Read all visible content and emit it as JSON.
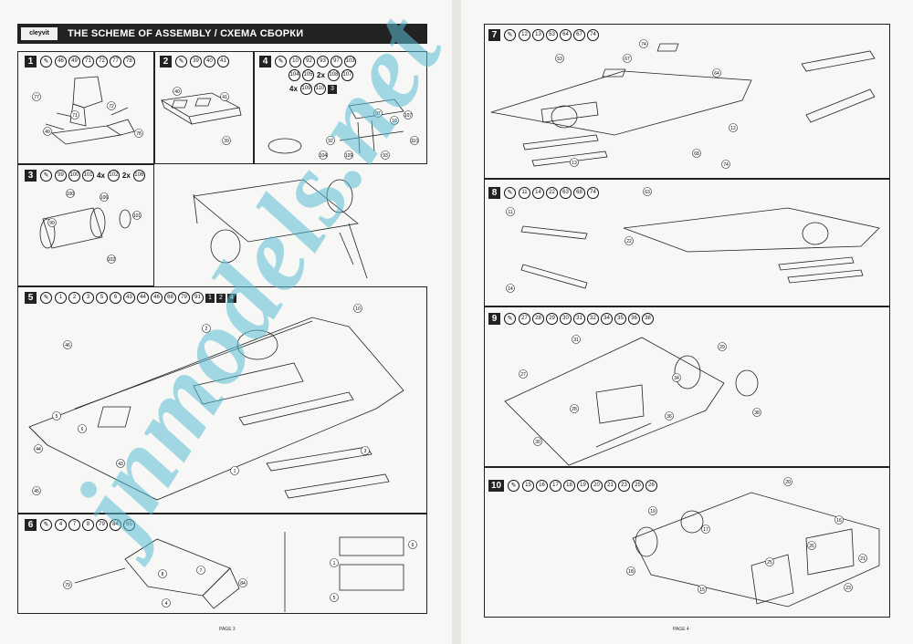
{
  "left_page": {
    "logo": "cleyvit",
    "header_title": "THE SCHEME OF ASSEMBLY / СХЕМА СБОРКИ",
    "footer": "PAGE 3",
    "steps": [
      {
        "number": "1",
        "parts": [
          "46",
          "49",
          "71",
          "72",
          "77",
          "78"
        ]
      },
      {
        "number": "2",
        "parts": [
          "39",
          "40",
          "41"
        ]
      },
      {
        "number": "4",
        "line1": [
          "10",
          "92",
          "93",
          "97",
          "103"
        ],
        "line2": [
          "104",
          "105",
          "2x",
          "108",
          "107"
        ],
        "line3": [
          "4x",
          "109",
          "110",
          "3"
        ]
      },
      {
        "number": "3",
        "parts": [
          "99",
          "100",
          "101",
          "4x",
          "102",
          "2x",
          "106"
        ]
      },
      {
        "number": "5",
        "parts": [
          "1",
          "2",
          "3",
          "5",
          "6",
          "43",
          "44",
          "46",
          "68",
          "79",
          "91"
        ],
        "boxes": [
          "1",
          "2",
          "4"
        ]
      },
      {
        "number": "6",
        "parts": [
          "4",
          "7",
          "8",
          "79",
          "84",
          "65"
        ]
      }
    ]
  },
  "right_page": {
    "footer": "PAGE 4",
    "steps": [
      {
        "number": "7",
        "parts": [
          "12",
          "13",
          "53",
          "64",
          "67",
          "74"
        ]
      },
      {
        "number": "8",
        "parts": [
          "11",
          "14",
          "22",
          "63",
          "68",
          "74"
        ]
      },
      {
        "number": "9",
        "parts": [
          "27",
          "28",
          "29",
          "30",
          "31",
          "32",
          "34",
          "35",
          "36",
          "38"
        ]
      },
      {
        "number": "10",
        "parts": [
          "15",
          "16",
          "17",
          "18",
          "19",
          "20",
          "21",
          "23",
          "25",
          "26"
        ]
      }
    ]
  },
  "watermark": "jnmodels.net",
  "callouts": {
    "s1": [
      "77",
      "71",
      "72",
      "49",
      "78"
    ],
    "s2": [
      "40",
      "41",
      "39"
    ],
    "s4": [
      "92",
      "104",
      "97",
      "10",
      "107",
      "93",
      "109",
      "110"
    ],
    "s3": [
      "100",
      "99",
      "101",
      "102",
      "106"
    ],
    "s5": [
      "2",
      "10",
      "46",
      "5",
      "6",
      "44",
      "43",
      "3",
      "1",
      "45"
    ],
    "s6": [
      "79",
      "8",
      "7",
      "4",
      "84",
      "6",
      "1",
      "5"
    ],
    "s7": [
      "53",
      "67",
      "64",
      "74",
      "12",
      "13"
    ],
    "s8": [
      "63",
      "68",
      "74",
      "11",
      "14",
      "22"
    ],
    "s9": [
      "31",
      "27",
      "28",
      "34",
      "29",
      "38",
      "30",
      "36"
    ],
    "s10": [
      "17",
      "16",
      "15",
      "18",
      "19",
      "20",
      "25",
      "26",
      "23",
      "21"
    ]
  }
}
